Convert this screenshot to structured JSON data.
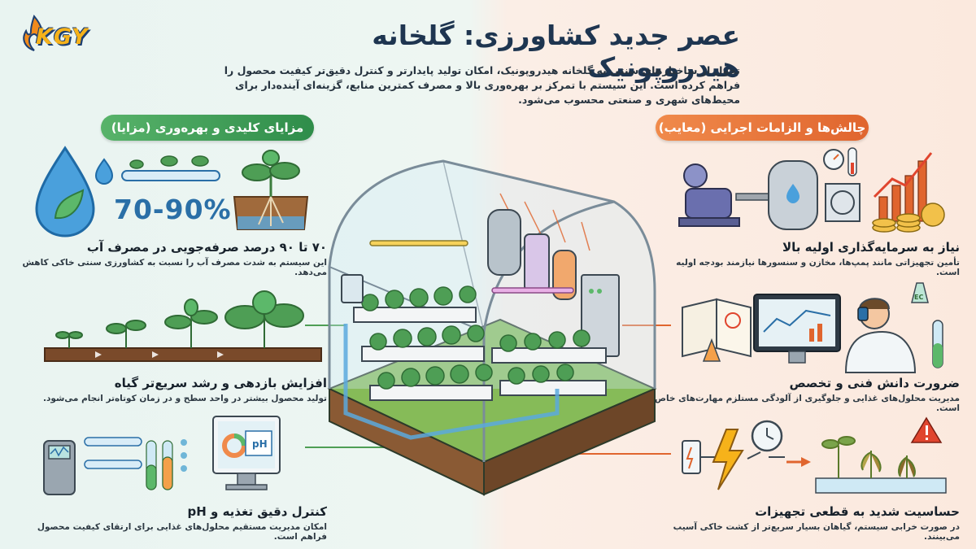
{
  "logo": {
    "text": "KGY"
  },
  "header": {
    "title": "عصر جدید کشاورزی: گلخانه هیدروپونیک",
    "intro": "تحول از ساختارهای سنتی به گلخانه هیدروپونیک، امکان تولید پایدارتر و کنترل دقیق‌تر کیفیت محصول را فراهم کرده است. این سیستم با تمرکز بر بهره‌وری بالا و مصرف کمترین منابع، گزینه‌ای آینده‌دار برای محیط‌های شهری و صنعتی محسوب می‌شود."
  },
  "advantages": {
    "label": "مزایای کلیدی و بهره‌وری (مزایا)",
    "badge": "70-90%",
    "items": [
      {
        "title": "۷۰ تا ۹۰ درصد صرفه‌جویی در مصرف آب",
        "desc": "این سیستم به شدت مصرف آب را نسبت به کشاورزی سنتی خاکی کاهش می‌دهد."
      },
      {
        "title": "افزایش بازدهی و رشد سریع‌تر گیاه",
        "desc": "تولید محصول بیشتر در واحد سطح و در زمان کوتاه‌تر انجام می‌شود."
      },
      {
        "title": "کنترل دقیق تغذیه و pH",
        "desc": "امکان مدیریت مستقیم محلول‌های غذایی برای ارتقای کیفیت محصول فراهم است."
      }
    ],
    "ph_label": "pH"
  },
  "challenges": {
    "label": "چالش‌ها و الزامات اجرایی (معایب)",
    "items": [
      {
        "title": "نیاز به سرمایه‌گذاری اولیه بالا",
        "desc": "تأمین تجهیزاتی مانند پمپ‌ها، مخازن و سنسورها نیازمند بودجه اولیه است."
      },
      {
        "title": "ضرورت دانش فنی و تخصص",
        "desc": "مدیریت محلول‌های غذایی و جلوگیری از آلودگی مستلزم مهارت‌های خاص است."
      },
      {
        "title": "حساسیت شدید به قطعی تجهیزات",
        "desc": "در صورت خرابی سیستم، گیاهان بسیار سریع‌تر از کشت خاکی آسیب می‌بینند."
      }
    ],
    "ec_label": "EC"
  },
  "colors": {
    "green": "#2f8d4a",
    "orange": "#e0652e",
    "blue": "#2a6fa7",
    "title": "#1e3550"
  }
}
